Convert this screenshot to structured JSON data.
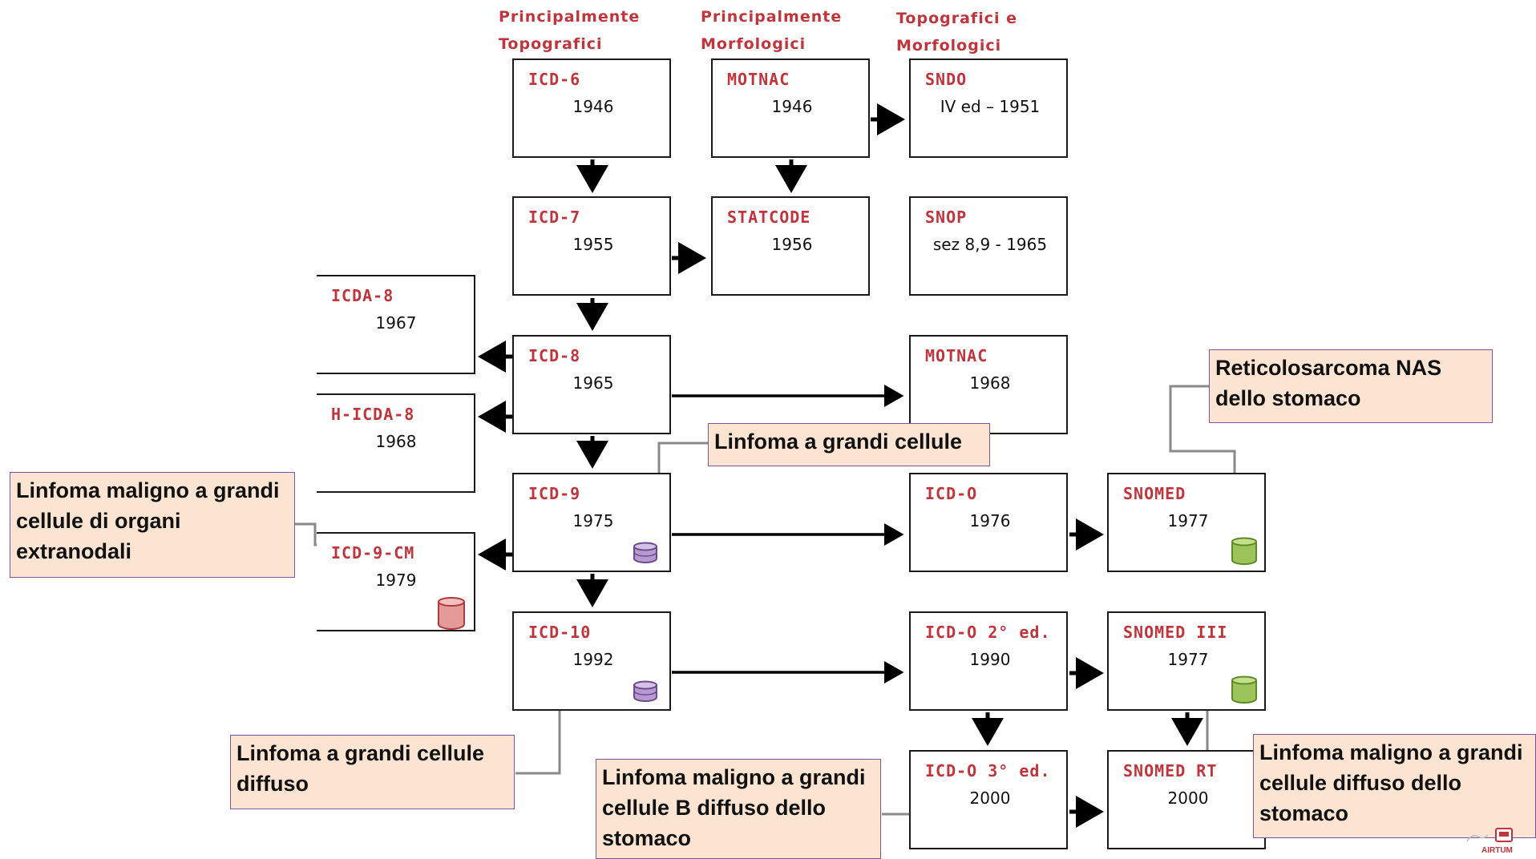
{
  "headers": [
    "Principalmente\nTopografici",
    "Principalmente\nMorfologici",
    "Topografici e\nMorfologici"
  ],
  "nodes": {
    "icd6": {
      "code": "ICD-6",
      "year": "1946"
    },
    "motnac46": {
      "code": "MOTNAC",
      "year": "1946"
    },
    "sndo": {
      "code": "SNDO",
      "year": "IV ed – 1951"
    },
    "icd7": {
      "code": "ICD-7",
      "year": "1955"
    },
    "statcode": {
      "code": "STATCODE",
      "year": "1956"
    },
    "snop": {
      "code": "SNOP",
      "year": "sez 8,9 - 1965"
    },
    "icda8": {
      "code": "ICDA-8",
      "year": "1967"
    },
    "icd8": {
      "code": "ICD-8",
      "year": "1965"
    },
    "motnac68": {
      "code": "MOTNAC",
      "year": "1968"
    },
    "hicda8": {
      "code": "H-ICDA-8",
      "year": "1968"
    },
    "icd9": {
      "code": "ICD-9",
      "year": "1975"
    },
    "icdo": {
      "code": "ICD-O",
      "year": "1976"
    },
    "snomed": {
      "code": "SNOMED",
      "year": "1977"
    },
    "icd9cm": {
      "code": "ICD-9-CM",
      "year": "1979"
    },
    "icd10": {
      "code": "ICD-10",
      "year": "1992"
    },
    "icdo2": {
      "code": "ICD-O 2° ed.",
      "year": "1990"
    },
    "snomed3": {
      "code": "SNOMED III",
      "year": "1977"
    },
    "icdo3": {
      "code": "ICD-O 3° ed.",
      "year": "2000"
    },
    "snomedrt": {
      "code": "SNOMED RT",
      "year": "2000"
    }
  },
  "callouts": {
    "c_icd9cm": "Linfoma maligno a grandi\ncellule di organi\nextranodali",
    "c_icd9": "Linfoma a grandi cellule",
    "c_snomed": "Reticolosarcoma NAS\ndello stomaco",
    "c_icd10": "Linfoma a grandi cellule\ndiffuso",
    "c_icdo3": "Linfoma maligno a grandi\ncellule B diffuso dello\nstomaco",
    "c_snomedrt": "Linfoma maligno a grandi\ncellule diffuso dello\nstomaco"
  },
  "logo_text": "AIRTUM",
  "colors": {
    "code_red": "#c0343c",
    "callout_fill": "#fce4d3",
    "callout_border": "#7a55a0",
    "db_purple": "#b59ad0",
    "db_red": "#e59a9a",
    "db_green": "#9cc45a"
  }
}
